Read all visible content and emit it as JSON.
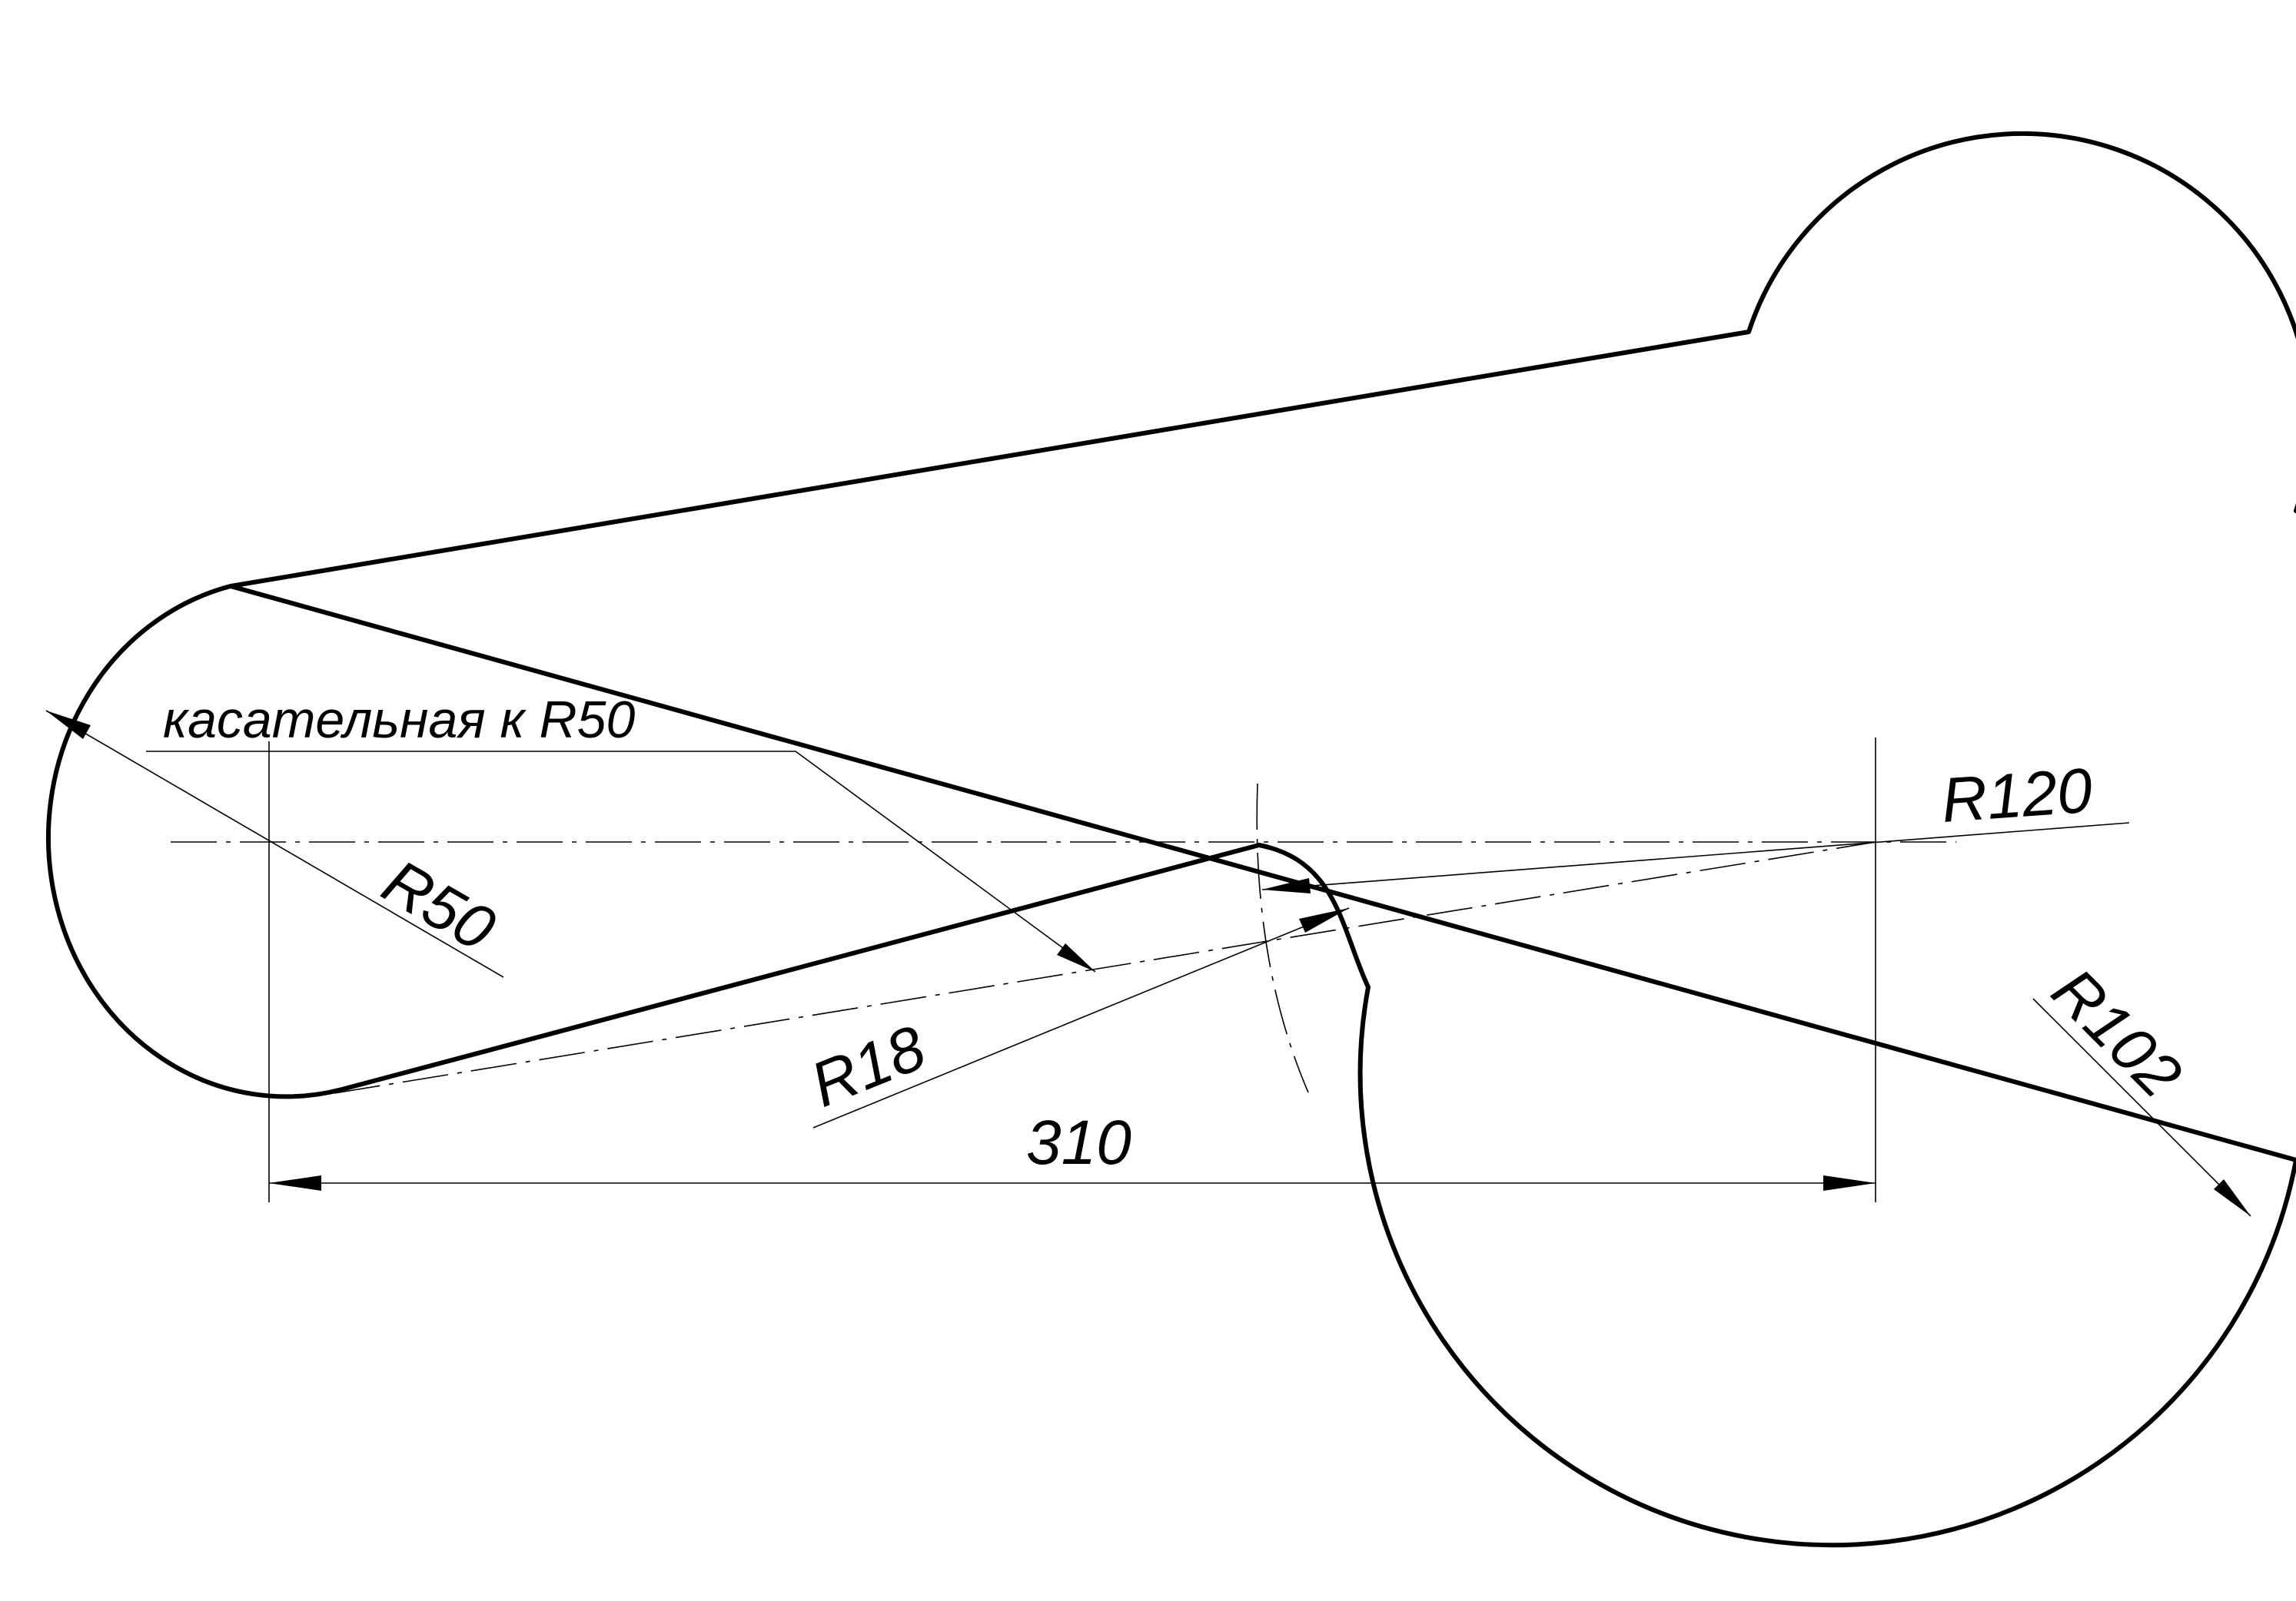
{
  "drawing": {
    "note_label": "касательная к R50",
    "dim_r50": "R50",
    "dim_r18": "R18",
    "dim_r120": "R120",
    "dim_r102": "R102",
    "dim_310": "310"
  }
}
